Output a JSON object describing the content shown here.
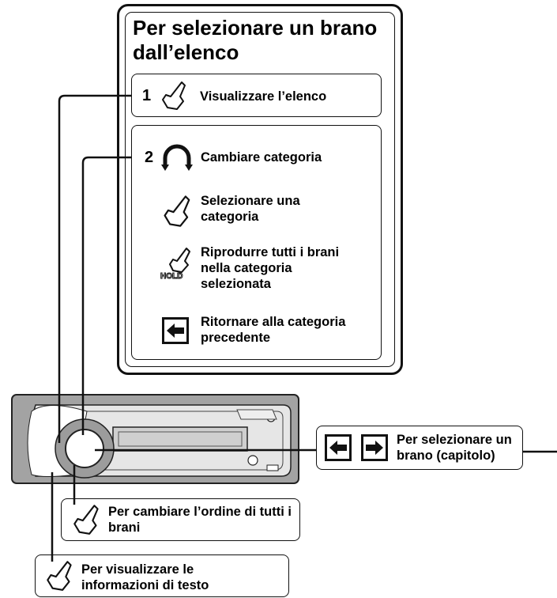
{
  "panel": {
    "title": "Per selezionare un brano dall’elenco",
    "step1": {
      "number": "1",
      "label": "Visualizzare l’elenco",
      "icon": "press-finger-icon"
    },
    "step2": {
      "number": "2",
      "label": "Cambiare categoria",
      "icon": "rotate-knob-icon",
      "items": [
        {
          "icon": "press-finger-icon",
          "label": "Selezionare una categoria"
        },
        {
          "icon": "hold-press-icon",
          "label": "Riprodurre tutti i brani nella categoria selezionata",
          "badge": "HOLD"
        },
        {
          "icon": "back-arrow-icon",
          "label": "Ritornare alla categoria precedente"
        }
      ]
    }
  },
  "callouts": {
    "select_track": {
      "label": "Per selezionare un brano (capitolo)",
      "icons": [
        "left-arrow-button-icon",
        "right-arrow-button-icon"
      ]
    },
    "change_order": {
      "label": "Per cambiare l’ordine di tutti i brani",
      "icon": "press-finger-icon"
    },
    "show_text": {
      "label": "Per visualizzare le informazioni di testo",
      "icon": "press-finger-icon"
    }
  },
  "colors": {
    "faceplate": "#9a9a9a",
    "ink": "#111111",
    "device_body": "#d9d9d9"
  }
}
